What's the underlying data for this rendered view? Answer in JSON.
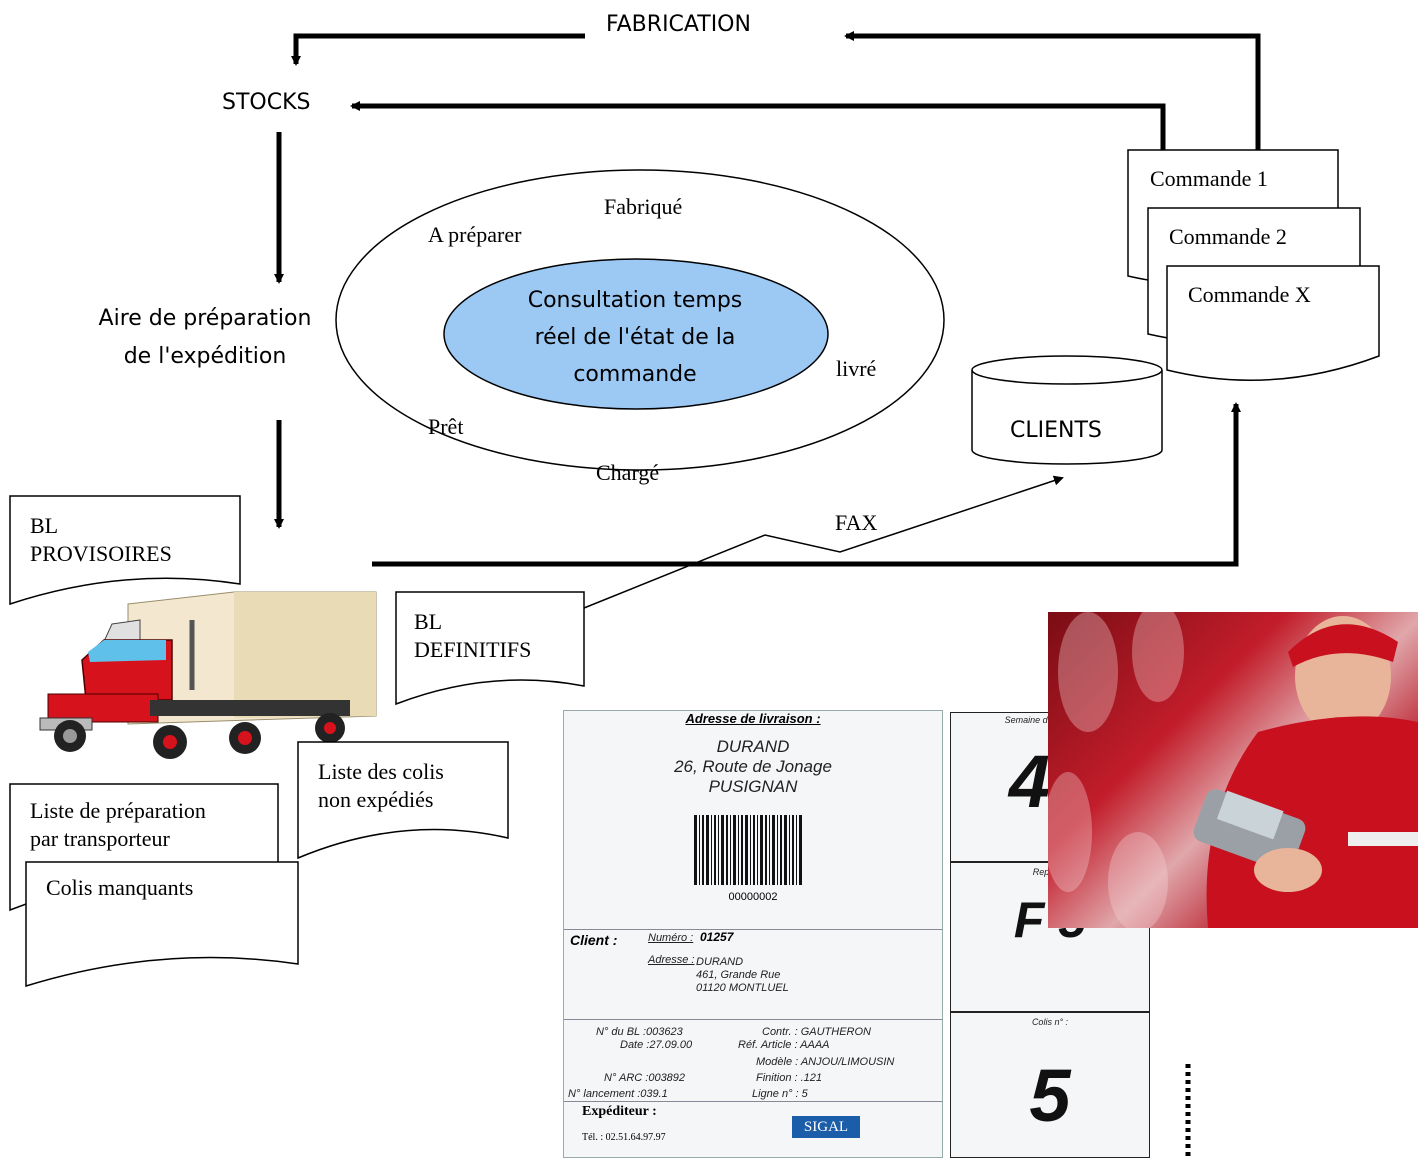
{
  "diagram": {
    "fabrication": "FABRICATION",
    "stocks": "STOCKS",
    "aire": [
      "Aire de préparation",
      "de l'expédition"
    ],
    "center": [
      "Consultation temps",
      "réel de l'état  de la",
      "commande"
    ],
    "states": {
      "a_preparer": "A préparer",
      "fabrique": "Fabriqué",
      "livre": "livré",
      "pret": "Prêt",
      "charge": "Chargé"
    },
    "clients": "CLIENTS",
    "fax": "FAX",
    "commandes": [
      "Commande 1",
      "Commande 2",
      "Commande X"
    ],
    "bl_provisoires": [
      "BL",
      "PROVISOIRES"
    ],
    "bl_definitifs": [
      "BL",
      "DEFINITIFS"
    ],
    "liste_colis": [
      "Liste des colis",
      "non expédiés"
    ],
    "liste_preparation": [
      "Liste de préparation",
      "par transporteur"
    ],
    "colis_manquants": "Colis manquants"
  },
  "label": {
    "adresse_title": "Adresse de livraison :",
    "adresse": [
      "DURAND",
      "26, Route de Jonage",
      "PUSIGNAN"
    ],
    "barcode_number": "00000002",
    "client_title": "Client :",
    "numero_label": "Numéro :",
    "numero_value": "01257",
    "adresse_label": "Adresse :",
    "client_adresse": [
      "DURAND",
      "461, Grande Rue",
      "01120 MONTLUEL"
    ],
    "details_left": [
      "N° du BL :003623",
      "Date :27.09.00",
      "N° ARC :003892",
      "N° lancement :039.1"
    ],
    "details_right": [
      "Contr. : GAUTHERON",
      "Réf. Article : AAAA",
      "Modèle : ANJOU/LIMOUSIN",
      "Finition : .121",
      "Ligne n° : 5"
    ],
    "expediteur": "Expéditeur :",
    "tel": "Tél. : 02.51.64.97.97",
    "logo": "SIGAL"
  },
  "right_card": {
    "semaine_label": "Semaine d'expédition :",
    "semaine_value": "46",
    "repere_label": "Repère :",
    "repere_value": "F 5",
    "colis_label": "Colis n° :",
    "colis_value": "5"
  },
  "colors": {
    "ellipse_fill": "#9cc8f4",
    "photo_red": "#c21d2a",
    "truck_red": "#d6121c"
  }
}
